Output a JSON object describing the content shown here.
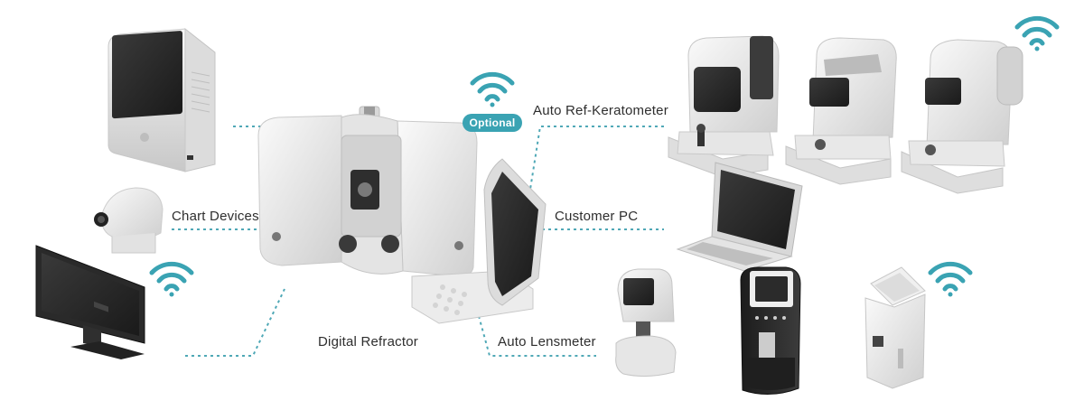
{
  "labels": {
    "chart_devices": "Chart Devices",
    "digital_refractor": "Digital Refractor",
    "auto_ref_keratometer": "Auto Ref-Keratometer",
    "customer_pc": "Customer PC",
    "auto_lensmeter": "Auto Lensmeter"
  },
  "badge": {
    "optional": "Optional"
  },
  "colors": {
    "accent_teal": "#3aa3b3",
    "connector_teal": "#4fa8b6",
    "device_body": "#eaeaea",
    "screen_dark": "#2b2b2b"
  },
  "icons": [
    "wifi-icon",
    "wifi-icon",
    "wifi-icon",
    "wifi-icon",
    "wifi-icon"
  ]
}
